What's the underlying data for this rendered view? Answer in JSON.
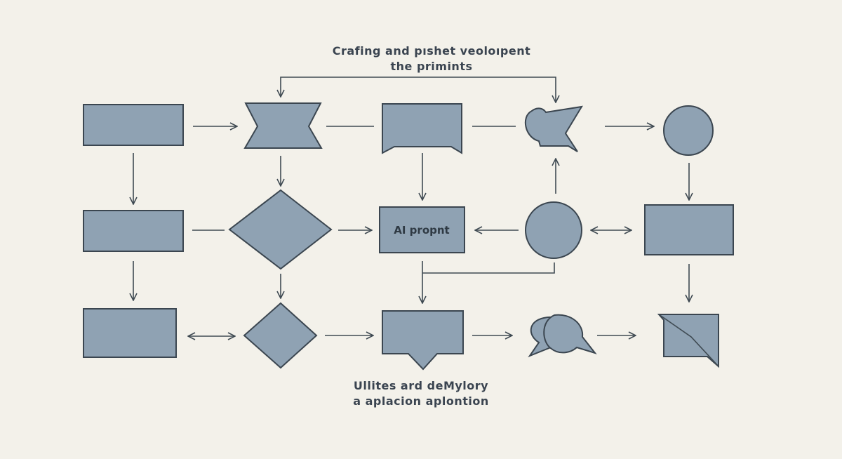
{
  "diagram": {
    "title_lines": [
      "Crafing and pıshet veoloıpent",
      "the primints"
    ],
    "footer_lines": [
      "Ullites ard deMylory",
      "a aplacion aplontion"
    ],
    "colors": {
      "background": "#f3f1ea",
      "node_fill": "#8fa2b3",
      "node_stroke": "#3b4650",
      "edge": "#3f4a52",
      "text": "#3a4450"
    },
    "nodes": [
      {
        "id": "r1c1",
        "shape": "rectangle",
        "label": ""
      },
      {
        "id": "r1c2",
        "shape": "bowtie-hexagon",
        "label": ""
      },
      {
        "id": "r1c3",
        "shape": "banner",
        "label": ""
      },
      {
        "id": "r1c4",
        "shape": "irregular-callout",
        "label": ""
      },
      {
        "id": "r1c5",
        "shape": "circle",
        "label": ""
      },
      {
        "id": "r2c1",
        "shape": "rectangle",
        "label": ""
      },
      {
        "id": "r2c2",
        "shape": "diamond",
        "label": ""
      },
      {
        "id": "r2c3",
        "shape": "rectangle",
        "label": "AI propnt"
      },
      {
        "id": "r2c4",
        "shape": "circle",
        "label": ""
      },
      {
        "id": "r2c5",
        "shape": "rectangle",
        "label": ""
      },
      {
        "id": "r3c1",
        "shape": "rectangle",
        "label": ""
      },
      {
        "id": "r3c2",
        "shape": "diamond",
        "label": ""
      },
      {
        "id": "r3c3",
        "shape": "callout-pointer",
        "label": ""
      },
      {
        "id": "r3c4",
        "shape": "speech-bubbles",
        "label": ""
      },
      {
        "id": "r3c5",
        "shape": "split-rectangle",
        "label": ""
      }
    ],
    "edges": [
      {
        "from": "r1c1",
        "to": "r1c2",
        "type": "arrow"
      },
      {
        "from": "r1c2",
        "to": "r1c3",
        "type": "line"
      },
      {
        "from": "r1c3",
        "to": "r1c4",
        "type": "line"
      },
      {
        "from": "r1c4",
        "to": "r1c5",
        "type": "arrow"
      },
      {
        "from": "r1c4",
        "to": "r1c2",
        "type": "bracket-both-arrows"
      },
      {
        "from": "r1c1",
        "to": "r2c1",
        "type": "arrow"
      },
      {
        "from": "r1c2",
        "to": "r2c2",
        "type": "arrow"
      },
      {
        "from": "r1c3",
        "to": "r2c3",
        "type": "arrow"
      },
      {
        "from": "r2c4",
        "to": "r1c4",
        "type": "arrow"
      },
      {
        "from": "r1c5",
        "to": "r2c5",
        "type": "arrow"
      },
      {
        "from": "r2c1",
        "to": "r2c2",
        "type": "line"
      },
      {
        "from": "r2c2",
        "to": "r2c3",
        "type": "arrow"
      },
      {
        "from": "r2c4",
        "to": "r2c3",
        "type": "arrow"
      },
      {
        "from": "r2c4",
        "to": "r2c5",
        "type": "double-arrow"
      },
      {
        "from": "r2c1",
        "to": "r3c1",
        "type": "arrow"
      },
      {
        "from": "r2c2",
        "to": "r3c2",
        "type": "arrow"
      },
      {
        "from": "r2c4",
        "to": "r3c3",
        "type": "bracket-arrow"
      },
      {
        "from": "r2c5",
        "to": "r3c5",
        "type": "arrow"
      },
      {
        "from": "r3c1",
        "to": "r3c2",
        "type": "double-arrow"
      },
      {
        "from": "r3c2",
        "to": "r3c3",
        "type": "arrow"
      },
      {
        "from": "r3c3",
        "to": "r3c4",
        "type": "arrow"
      },
      {
        "from": "r3c4",
        "to": "r3c5",
        "type": "arrow"
      }
    ]
  }
}
